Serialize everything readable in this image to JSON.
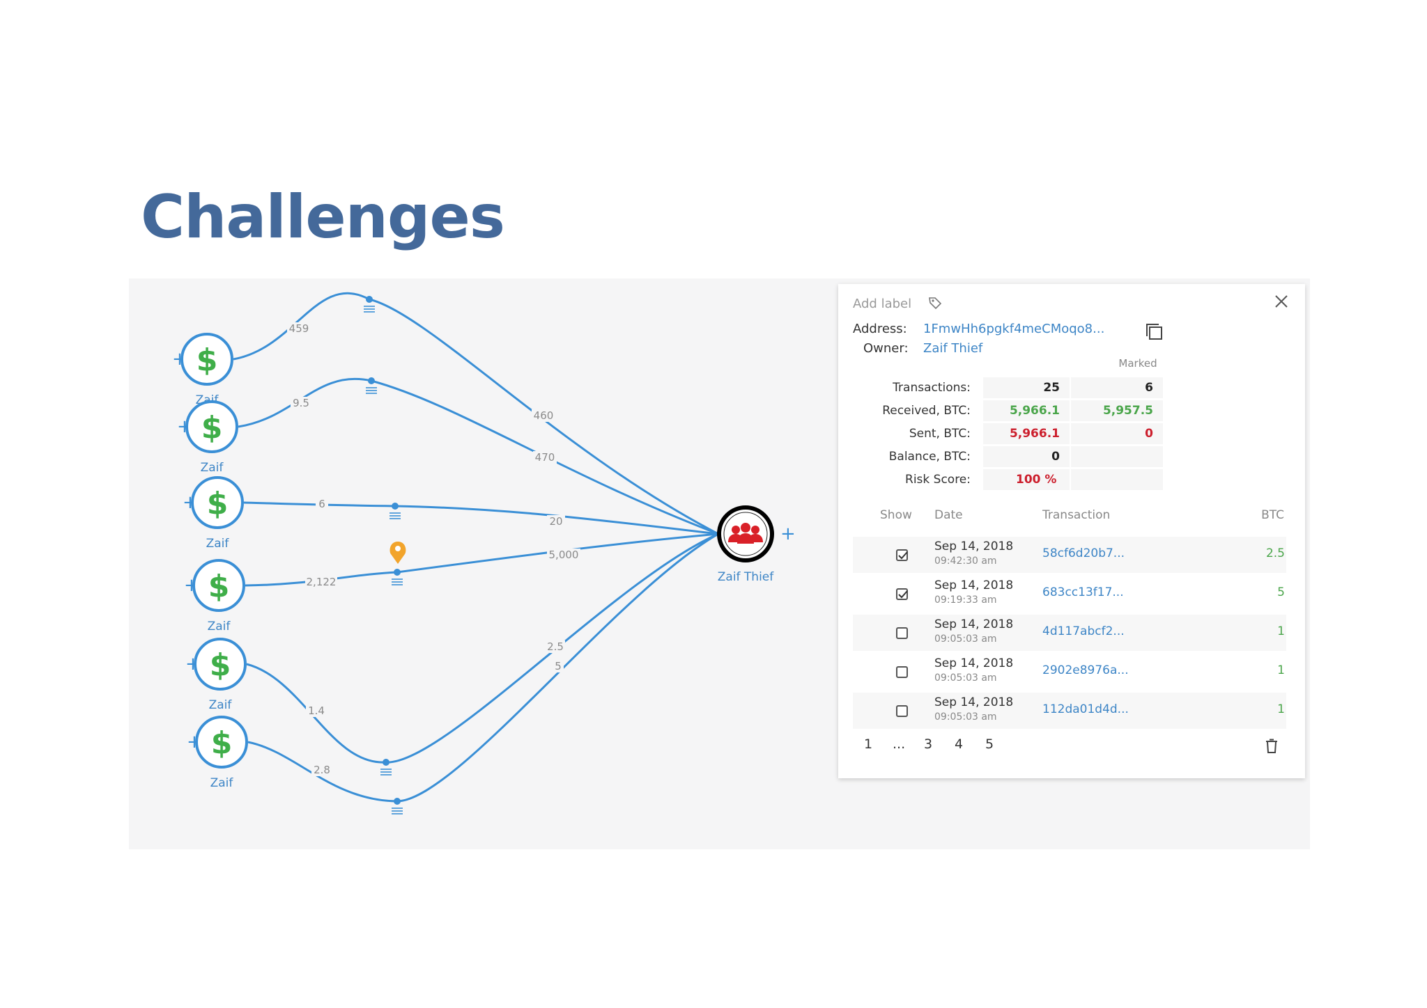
{
  "slide": {
    "title": "Challenges"
  },
  "graph": {
    "sources": [
      {
        "label": "Zaif",
        "edge_label": "459"
      },
      {
        "label": "Zaif",
        "edge_label": "9.5"
      },
      {
        "label": "Zaif",
        "edge_label": "6"
      },
      {
        "label": "Zaif",
        "edge_label": "2,122"
      },
      {
        "label": "Zaif",
        "edge_label": "1.4"
      },
      {
        "label": "Zaif",
        "edge_label": "2.8"
      }
    ],
    "target": {
      "label": "Zaif Thief"
    },
    "target_edge_labels": [
      "460",
      "470",
      "20",
      "5,000",
      "2.5",
      "5"
    ],
    "colors": {
      "edge": "#3a8fd6",
      "node_ring": "#3a8fd6",
      "dollar": "#3fae49",
      "target_icon": "#d92028",
      "pin": "#f2a42b",
      "label": "#3d85c6"
    }
  },
  "panel": {
    "add_label": "Add label",
    "address_key": "Address:",
    "address_value": "1FmwHh6pgkf4meCMoqo8...",
    "owner_key": "Owner:",
    "owner_value": "Zaif Thief",
    "marked_header": "Marked",
    "stats": [
      {
        "label": "Transactions:",
        "total": "25",
        "marked": "6"
      },
      {
        "label": "Received, BTC:",
        "total": "5,966.1",
        "marked": "5,957.5"
      },
      {
        "label": "Sent, BTC:",
        "total": "5,966.1",
        "marked": "0"
      },
      {
        "label": "Balance, BTC:",
        "total": "0",
        "marked": ""
      },
      {
        "label": "Risk Score:",
        "total": "100 %",
        "marked": ""
      }
    ],
    "table_headers": {
      "show": "Show",
      "date": "Date",
      "transaction": "Transaction",
      "btc": "BTC"
    },
    "transactions": [
      {
        "checked": true,
        "date": "Sep 14, 2018",
        "time": "09:42:30 am",
        "hash": "58cf6d20b7...",
        "btc": "2.5"
      },
      {
        "checked": true,
        "date": "Sep 14, 2018",
        "time": "09:19:33 am",
        "hash": "683cc13f17...",
        "btc": "5"
      },
      {
        "checked": false,
        "date": "Sep 14, 2018",
        "time": "09:05:03 am",
        "hash": "4d117abcf2...",
        "btc": "1"
      },
      {
        "checked": false,
        "date": "Sep 14, 2018",
        "time": "09:05:03 am",
        "hash": "2902e8976a...",
        "btc": "1"
      },
      {
        "checked": false,
        "date": "Sep 14, 2018",
        "time": "09:05:03 am",
        "hash": "112da01d4d...",
        "btc": "1"
      }
    ],
    "pagination": [
      "1",
      "...",
      "3",
      "4",
      "5"
    ]
  }
}
